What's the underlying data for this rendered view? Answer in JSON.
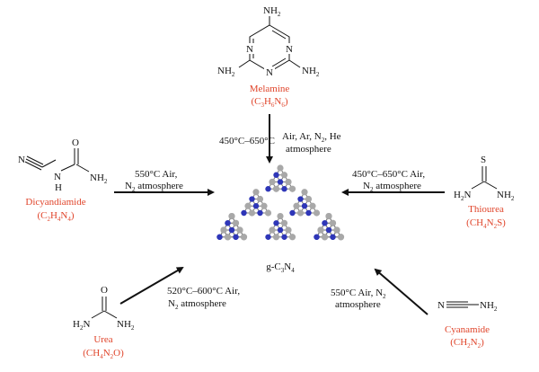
{
  "colors": {
    "name": "#e0442a",
    "nitrogen": "#2e36b8",
    "carbon": "#a8a8a8",
    "text": "#111111"
  },
  "melamine": {
    "name": "Melamine",
    "formula": "(C3H6N6)",
    "sub": "3",
    "sub2": "6",
    "sub3": "6",
    "nh2": "NH",
    "nh2_sub": "2",
    "n": "N"
  },
  "dicyandiamide": {
    "name": "Dicyandiamide",
    "formula_c": "(C",
    "formula_sub1": "2",
    "formula_h": "H",
    "formula_sub2": "4",
    "formula_n": "N",
    "formula_sub3": "4",
    "formula_end": ")",
    "n": "N",
    "h": "H",
    "o": "O",
    "nh": "NH",
    "nh_sub": "2"
  },
  "thiourea": {
    "name": "Thiourea",
    "s": "S"
  },
  "urea": {
    "name": "Urea",
    "o": "O"
  },
  "cyanamide": {
    "name": "Cyanamide",
    "n": "N"
  },
  "product": {
    "label_g": "g-C",
    "label_sub": "3",
    "label_n": "N",
    "label_sub2": "4"
  },
  "conditions": {
    "top_temp": "450°C–650°C",
    "top_gas_line1": "Air, Ar, N",
    "top_gas_sub": "2",
    "top_gas_line1_end": ", He",
    "top_gas_line2": "atmosphere",
    "left_line1": "550°C Air,",
    "left_line2": "N",
    "left_line2_sub": "2",
    "left_line2_end": " atmosphere",
    "right_line1": "450°C–650°C Air,",
    "right_line2": "N",
    "right_line2_sub": "2",
    "right_line2_end": " atmosphere",
    "bl_line1": "520°C–600°C Air,",
    "bl_line2": "N",
    "bl_line2_sub": "2",
    "bl_line2_end": " atmosphere",
    "br_line1": "550°C Air, N",
    "br_line1_sub": "2",
    "br_line2": "atmosphere"
  }
}
